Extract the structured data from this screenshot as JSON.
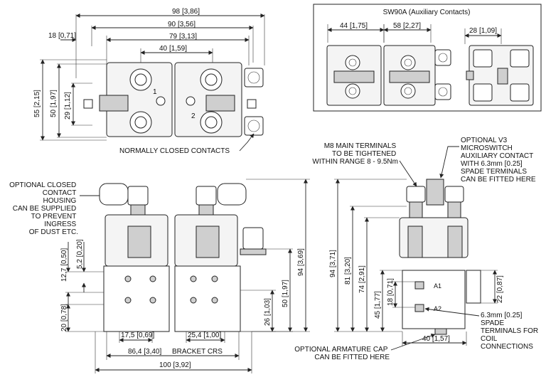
{
  "inset": {
    "title": "SW90A (Auxiliary Contacts)",
    "dim_44": "44",
    "dim_44_in": "1,75",
    "dim_58": "58",
    "dim_58_in": "2,27",
    "dim_28": "28",
    "dim_28_in": "1,09"
  },
  "top_view": {
    "dim_98": "98",
    "dim_98_in": "3,86",
    "dim_90": "90",
    "dim_90_in": "3,56",
    "dim_18": "18",
    "dim_18_in": "0,71",
    "dim_79": "79",
    "dim_79_in": "3,13",
    "dim_40": "40",
    "dim_40_in": "1,59",
    "dim_55": "55",
    "dim_55_in": "2,15",
    "dim_50": "50",
    "dim_50_in": "1,97",
    "dim_29": "29",
    "dim_29_in": "1,12",
    "unit_1": "1",
    "unit_2": "2",
    "caption": "NORMALLY CLOSED CONTACTS"
  },
  "front_view": {
    "note_housing": [
      "OPTIONAL CLOSED",
      "CONTACT",
      "HOUSING",
      "CAN BE SUPPLIED",
      "TO PREVENT",
      "INGRESS",
      "OF DUST ETC."
    ],
    "dim_12_7": "12,7",
    "dim_12_7_in": "0,50",
    "dim_5_2": "5,2",
    "dim_5_2_in": "0,20",
    "dim_20": "20",
    "dim_20_in": "0,78",
    "dim_17_5": "17,5",
    "dim_17_5_in": "0,69",
    "dim_25_4": "25,4",
    "dim_25_4_in": "1,00",
    "dim_86_4": "86,4",
    "dim_86_4_in": "3,40",
    "bracket_label": "BRACKET CRS",
    "dim_100": "100",
    "dim_100_in": "3,92",
    "dim_26": "26",
    "dim_26_in": "1,03",
    "dim_50": "50",
    "dim_50_in": "1,97",
    "dim_94": "94",
    "dim_94_in": "3,69"
  },
  "side_view": {
    "note_m8": [
      "M8 MAIN TERMINALS",
      "TO BE TIGHTENED",
      "WITHIN RANGE 8 - 9.5Nm"
    ],
    "note_v3": [
      "OPTIONAL V3",
      "MICROSWITCH",
      "AUXILIARY CONTACT",
      "WITH 6.3mm [0.25]",
      "SPADE TERMINALS",
      "CAN BE FITTED HERE"
    ],
    "note_spade": [
      "6.3mm [0.25]",
      "SPADE",
      "TERMINALS FOR",
      "COIL",
      "CONNECTIONS"
    ],
    "note_cap": [
      "OPTIONAL ARMATURE CAP",
      "CAN BE FITTED HERE"
    ],
    "dim_94": "94",
    "dim_94_in": "3,71",
    "dim_81": "81",
    "dim_81_in": "3,20",
    "dim_74": "74",
    "dim_74_in": "2,91",
    "dim_45": "45",
    "dim_45_in": "1,77",
    "dim_18": "18",
    "dim_18_in": "0,71",
    "dim_22": "22",
    "dim_22_in": "0,87",
    "dim_40": "40",
    "dim_40_in": "1,57",
    "coil_a1": "A1",
    "coil_a2": "A2"
  }
}
